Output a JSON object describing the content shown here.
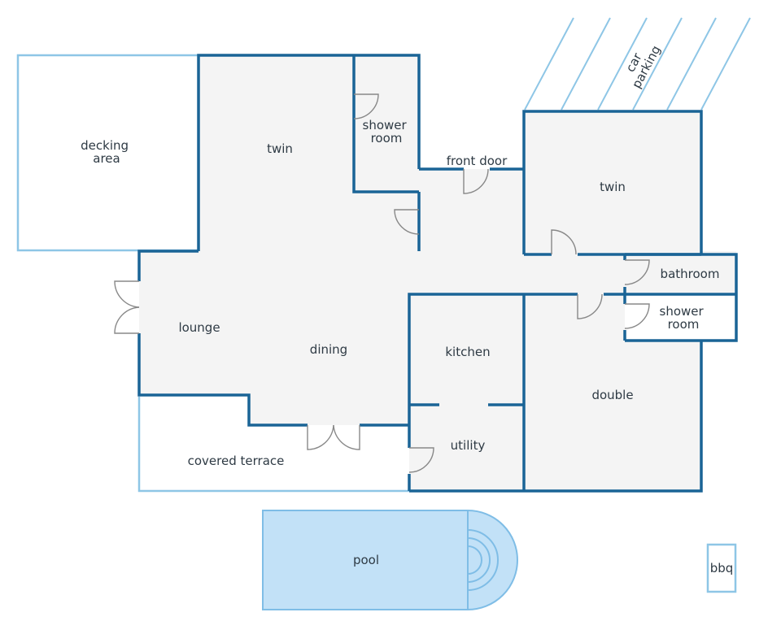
{
  "colors": {
    "wall": "#1a6496",
    "light_outline": "#8ec6e6",
    "floor": "#f4f4f4",
    "pool": "#c2e1f7",
    "pool_edge": "#7fbde6",
    "door": "#888888",
    "text": "#2e3a44"
  },
  "labels": {
    "decking": [
      "decking",
      "area"
    ],
    "twin_left": "twin",
    "shower_top": [
      "shower",
      "room"
    ],
    "front_door": "front door",
    "parking": [
      "car",
      "parking"
    ],
    "twin_right": "twin",
    "bathroom": "bathroom",
    "shower_right": [
      "shower",
      "room"
    ],
    "lounge": "lounge",
    "dining": "dining",
    "kitchen": "kitchen",
    "utility": "utility",
    "double": "double",
    "terrace": "covered terrace",
    "pool": "pool",
    "bbq": "bbq"
  }
}
